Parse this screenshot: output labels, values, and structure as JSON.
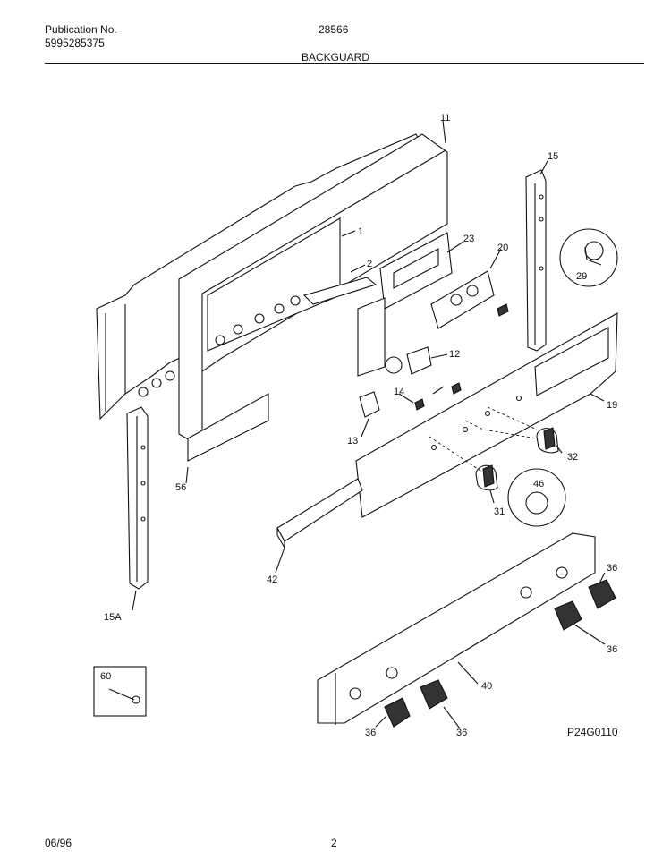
{
  "header": {
    "publication_label": "Publication No.",
    "publication_number": "5995285375",
    "model": "28566",
    "section": "BACKGUARD"
  },
  "diagram": {
    "reference": "P24G0110",
    "callouts": [
      "11",
      "1",
      "2",
      "23",
      "20",
      "15",
      "29",
      "12",
      "14",
      "13",
      "19",
      "56",
      "32",
      "46",
      "31",
      "42",
      "15A",
      "36",
      "36",
      "40",
      "60",
      "36",
      "36"
    ]
  },
  "footer": {
    "date": "06/96",
    "page": "2"
  }
}
